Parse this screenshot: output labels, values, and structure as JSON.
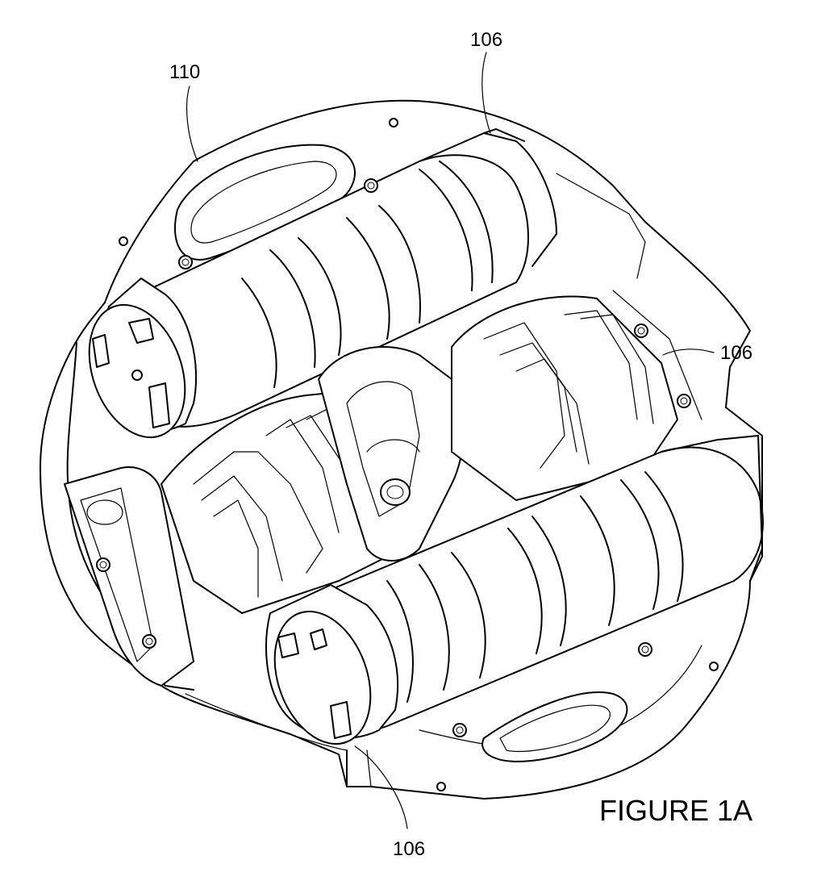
{
  "figure": {
    "caption": "FIGURE 1A",
    "reference_labels": {
      "top_left": "110",
      "top_right": "106",
      "right": "106",
      "bottom": "106"
    }
  }
}
